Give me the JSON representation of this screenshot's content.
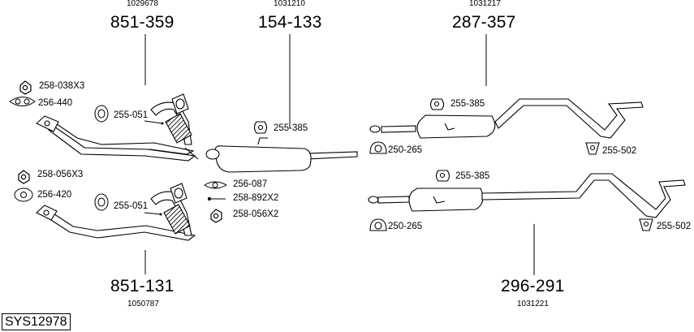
{
  "diagram_id": "SYS12978",
  "groups": [
    {
      "ref_number": "1029678",
      "part_number": "851-359"
    },
    {
      "ref_number": "1031210",
      "part_number": "154-133"
    },
    {
      "ref_number": "1031217",
      "part_number": "287-357"
    },
    {
      "ref_number": "1050787",
      "part_number": "851-131"
    },
    {
      "ref_number": "1031221",
      "part_number": "296-291"
    }
  ],
  "callouts": [
    "258-038X3",
    "256-440",
    "255-051",
    "258-056X3",
    "256-420",
    "255-051",
    "255-385",
    "256-087",
    "258-892X2",
    "258-056X2",
    "255-385",
    "250-265",
    "255-502",
    "255-385",
    "250-265",
    "255-502"
  ],
  "icons": {
    "nut": "hex-nut-icon",
    "gasket": "gasket-icon",
    "clamp": "clamp-icon",
    "hanger": "rubber-hanger-icon",
    "bolt": "bolt-icon"
  },
  "colors": {
    "line": "#000000",
    "pipe_fill": "#ffffff",
    "flex_fill": "#555555"
  }
}
